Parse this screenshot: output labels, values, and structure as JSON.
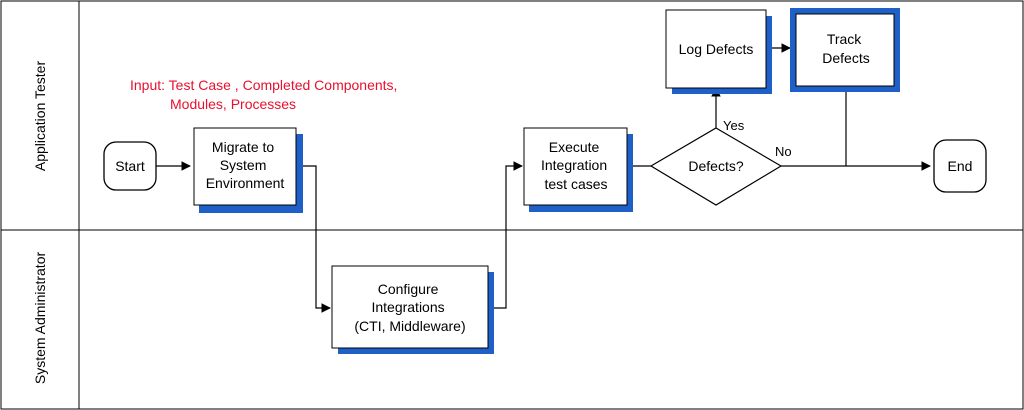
{
  "lanes": {
    "tester": "Application Tester",
    "admin": "System Administrator"
  },
  "note": {
    "line1": "Input: Test Case , Completed Components,",
    "line2": "Modules, Processes"
  },
  "nodes": {
    "start": "Start",
    "migrate": [
      "Migrate to",
      "System",
      "Environment"
    ],
    "configure": [
      "Configure",
      "Integrations",
      "(CTI, Middleware)"
    ],
    "execute": [
      "Execute",
      "Integration",
      "test cases"
    ],
    "decision": "Defects?",
    "log": "Log Defects",
    "track": [
      "Track",
      "Defects"
    ],
    "end": "End"
  },
  "edge_labels": {
    "yes": "Yes",
    "no": "No"
  },
  "colors": {
    "shadow": "#1f5fc8",
    "note": "#e8102e",
    "line": "#000000"
  }
}
